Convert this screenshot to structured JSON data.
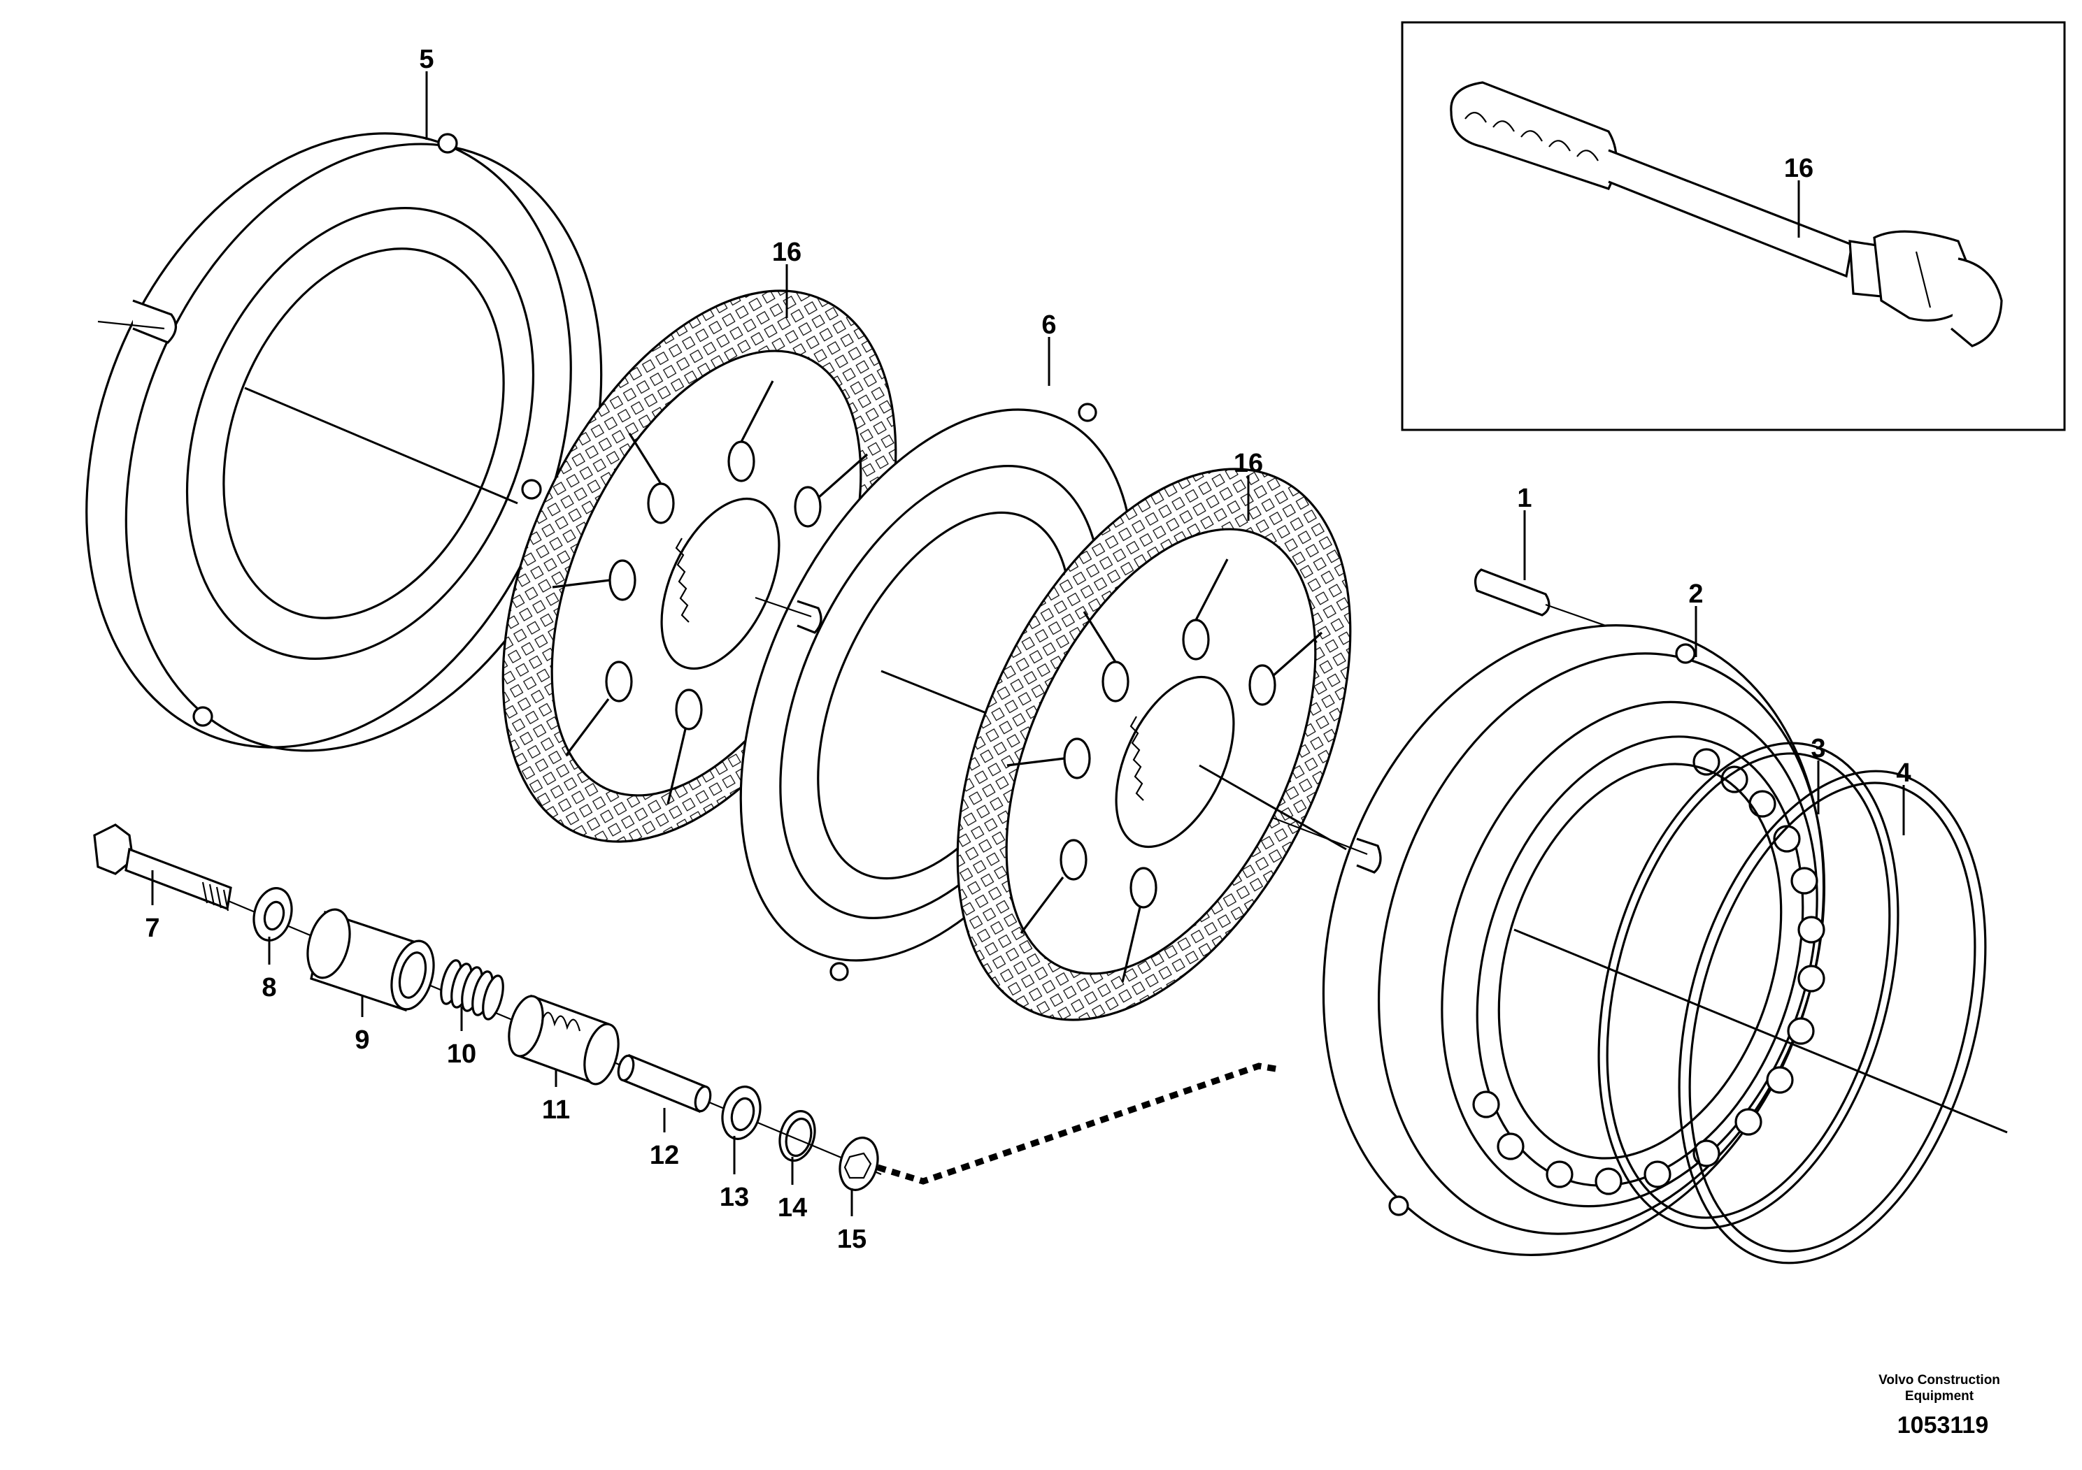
{
  "callouts": {
    "c1": "1",
    "c2": "2",
    "c3": "3",
    "c4": "4",
    "c5": "5",
    "c6": "6",
    "c7": "7",
    "c8": "8",
    "c9": "9",
    "c10": "10",
    "c11": "11",
    "c12": "12",
    "c13": "13",
    "c14": "14",
    "c15": "15",
    "c16_plate1": "16",
    "c16_plate2": "16",
    "c16_inset": "16"
  },
  "footer": {
    "company_line1": "Volvo Construction",
    "company_line2": "Equipment",
    "drawing_number": "1053119"
  }
}
